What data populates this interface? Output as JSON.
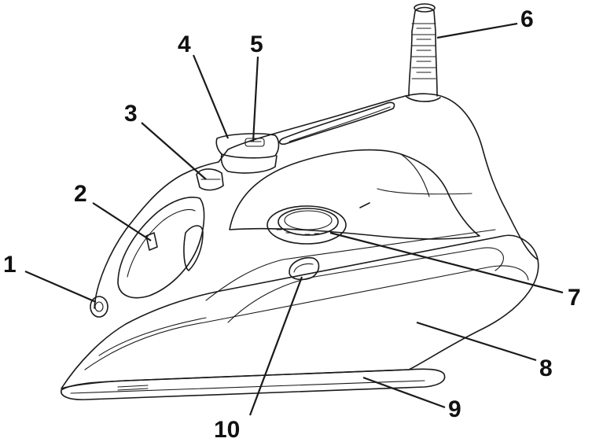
{
  "callouts": [
    {
      "id": "1",
      "text": "1"
    },
    {
      "id": "2",
      "text": "2"
    },
    {
      "id": "3",
      "text": "3"
    },
    {
      "id": "4",
      "text": "4"
    },
    {
      "id": "5",
      "text": "5"
    },
    {
      "id": "6",
      "text": "6"
    },
    {
      "id": "7",
      "text": "7"
    },
    {
      "id": "8",
      "text": "8"
    },
    {
      "id": "9",
      "text": "9"
    },
    {
      "id": "10",
      "text": "10"
    }
  ]
}
